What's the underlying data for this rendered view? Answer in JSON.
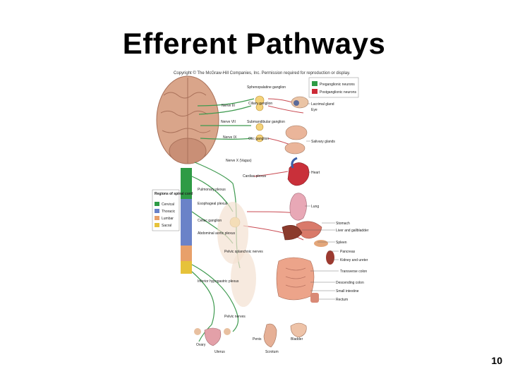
{
  "title": "Efferent Pathways",
  "copyright": "Copyright © The McGraw-Hill Companies, Inc. Permission required for reproduction or display.",
  "slide_number": "10",
  "legend_neurons": {
    "items": [
      {
        "label": "Preganglionic neurons",
        "color": "#2e9b45"
      },
      {
        "label": "Postganglionic neurons",
        "color": "#cc2a36"
      }
    ]
  },
  "legend_spinal": {
    "title": "Regions of spinal cord",
    "items": [
      {
        "label": "Cervical",
        "color": "#2e9b45"
      },
      {
        "label": "Thoracic",
        "color": "#6a82c8"
      },
      {
        "label": "Lumbar",
        "color": "#e8a06a"
      },
      {
        "label": "Sacral",
        "color": "#e6c23a"
      }
    ]
  },
  "labels": {
    "sphenopalatine": "Sphenopalatine ganglion",
    "ciliary": "Ciliary ganglion",
    "nerve3": "Nerve III",
    "nerve7": "Nerve VII",
    "nerve9": "Nerve IX",
    "submandibular": "Submandibular ganglion",
    "otic": "Otic ganglion",
    "nerve10": "Nerve X (Vagus)",
    "cardiac": "Cardiac plexus",
    "pulmonary": "Pulmonary plexus",
    "esophageal": "Esophageal plexus",
    "celiac": "Celiac ganglion",
    "abdominal": "Abdominal aortic plexus",
    "pelvic_splanchnic": "Pelvic splanchnic nerves",
    "inferior_hypogastric": "Inferior hypogastric plexus",
    "pelvic_nerves": "Pelvic nerves",
    "lacrimal": "Lacrimal gland",
    "eye": "Eye",
    "salivary": "Salivary glands",
    "heart": "Heart",
    "lung": "Lung",
    "stomach": "Stomach",
    "liver": "Liver and gallbladder",
    "spleen": "Spleen",
    "pancreas": "Pancreas",
    "kidney": "Kidney and ureter",
    "transverse_colon": "Transverse colon",
    "descending_colon": "Descending colon",
    "small_intestine": "Small intestine",
    "rectum": "Rectum",
    "ovary": "Ovary",
    "uterus": "Uterus",
    "penis": "Penis",
    "scrotum": "Scrotum",
    "bladder": "Bladder"
  }
}
